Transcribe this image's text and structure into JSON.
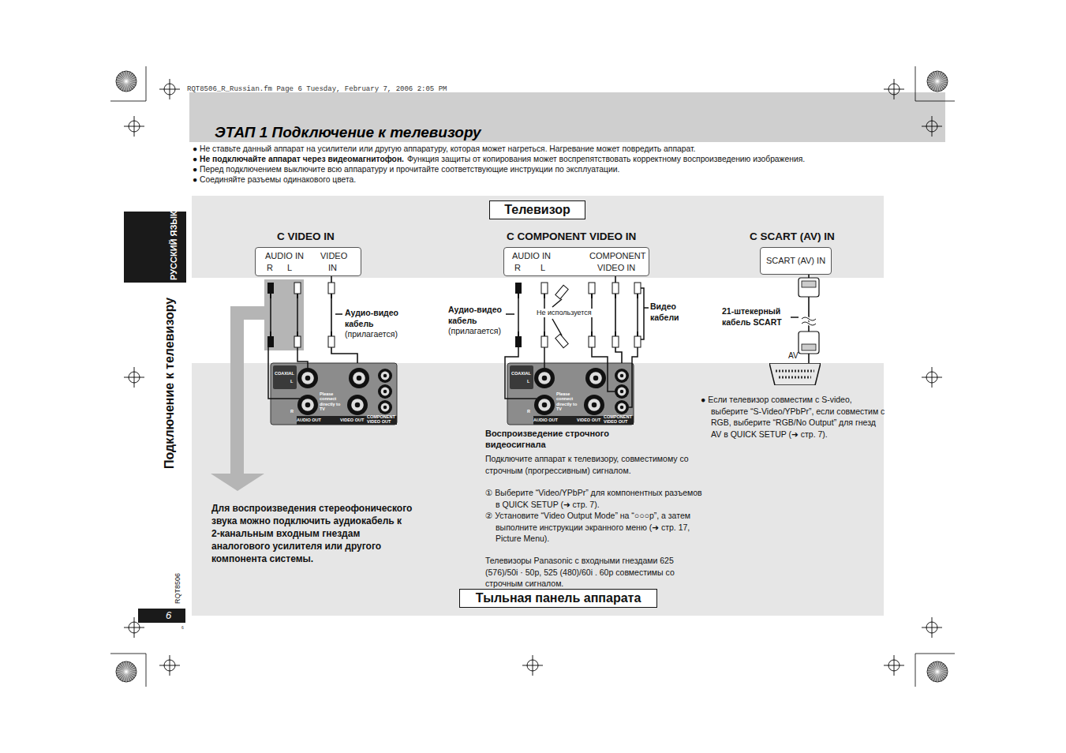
{
  "diagram": {
    "title": "ЭТАП 1 Подключение к телевизору",
    "nodes": [
      {
        "text": [
          "Телевизор"
        ]
      },
      {
        "text": [
          "AUDIO IN",
          "R",
          "L",
          "VIDEO",
          "IN"
        ]
      },
      {
        "text": [
          "AUDIO IN",
          "R",
          "L",
          "COMPONENT",
          "VIDEO IN"
        ]
      },
      {
        "text": [
          "SCART (AV) IN"
        ]
      },
      {
        "text": [
          "COAXIAL",
          "L",
          "R",
          "Please connect directly to TV",
          "AUDIO OUT",
          "VIDEO OUT",
          "COMPONENT VIDEO OUT"
        ]
      },
      {
        "text": [
          "COAXIAL",
          "L",
          "R",
          "Please connect directly to TV",
          "AUDIO OUT",
          "VIDEO OUT",
          "COMPONENT VIDEO OUT"
        ]
      },
      {
        "text": [
          "AV"
        ]
      },
      {
        "text": [
          "Тыльная панель аппарата"
        ]
      }
    ],
    "edges": [
      {
        "from": 1,
        "to": 4,
        "arrow": "none"
      },
      {
        "from": 2,
        "to": 5,
        "arrow": "none"
      },
      {
        "from": 3,
        "to": 6,
        "arrow": "none"
      }
    ],
    "labels": [
      "RQT8506_R_Russian.fm  Page 6  Tuesday, February 7, 2006  2:05 PM",
      "● Не ставьте данный аппарат на усилители или другую аппаратуру, которая может нагреться. Нагревание может повредить аппарат.",
      "● Не подключайте аппарат через видеомагнитофон.",
      "Функция защиты от копирования может воспрепятствовать корректному воспроизведению изображения.",
      "● Перед подключением выключите всю аппаратуру и прочитайте соответствующие инструкции по эксплуатации.",
      "● Соединяйте разъемы одинакового цвета.",
      "РУССКИЙ ЯЗЫК",
      "Подключение к телевизору",
      "RQT8506",
      "6",
      "6",
      "C VIDEO IN",
      "C COMPONENT VIDEO IN",
      "C SCART (AV) IN",
      "Аудио-видео кабель",
      "(прилагается)",
      "Аудио-видео кабель",
      "(прилагается)",
      "Не используется",
      "Видео кабели",
      "21-штекерный кабель SCART",
      "Для воспроизведения стереофонического звука можно подключить аудиокабель к 2-канальным входным гнездам аналогового усилителя или другого компонента системы.",
      "Воспроизведение строчного видеосигнала",
      "Подключите аппарат к телевизору, совместимому со строчным (прогрессивным) сигналом.",
      "① Выберите “Video/YPbPr” для компонентных разъемов в QUICK SETUP (➜ стр. 7).",
      "② Установите “Video Output Mode” на “○○○p”, а затем выполните инструкции экранного меню (➜ стр. 17, Picture Menu).",
      "Телевизоры Panasonic с входными гнездами 625 (576)/50i · 50p, 525 (480)/60i . 60p совместимы со строчным сигналом.",
      "● Если телевизор совместим с S-video, выберите “S-Video/YPbPr”, если совместим с RGB, выберите “RGB/No Output” для гнезд AV в QUICK SETUP (➜ стр. 7)."
    ]
  }
}
